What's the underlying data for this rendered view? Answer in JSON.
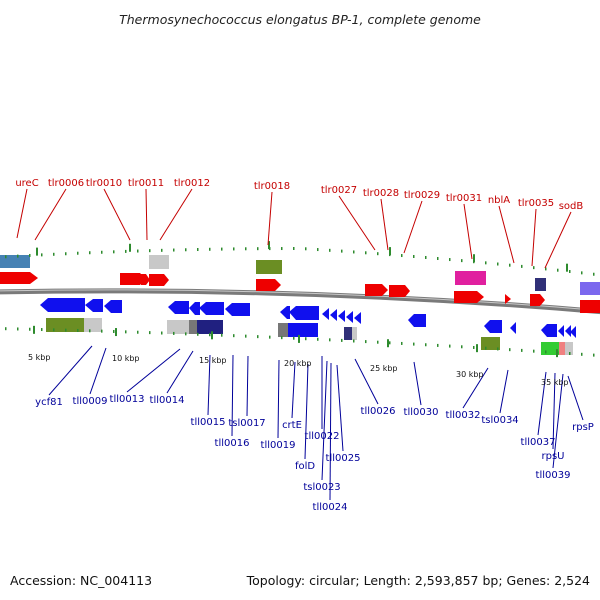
{
  "title": "Thermosynechococcus elongatus BP-1, complete genome",
  "footer": {
    "accession": "Accession: NC_004113",
    "summary": "Topology: circular; Length: 2,593,857 bp; Genes: 2,524"
  },
  "colors": {
    "backbone": "#888888",
    "forward_label": "#c40000",
    "reverse_label": "#000099",
    "tick": "#2e8b2e"
  },
  "scale_ticks": [
    "5 kbp",
    "10 kbp",
    "15 kbp",
    "20 kbp",
    "25 kbp",
    "30 kbp",
    "35 kbp"
  ],
  "forward_genes": [
    "ureC",
    "tlr0006",
    "tlr0010",
    "tlr0011",
    "tlr0012",
    "tlr0018",
    "tlr0027",
    "tlr0028",
    "tlr0029",
    "tlr0031",
    "nblA",
    "tlr0035",
    "sodB"
  ],
  "reverse_genes": [
    "ycf81",
    "tll0009",
    "tll0013",
    "tll0014",
    "tll0015",
    "tll0016",
    "tsl0017",
    "tll0019",
    "crtE",
    "folD",
    "tll0022",
    "tsl0023",
    "tll0024",
    "tll0025",
    "tll0026",
    "tll0030",
    "tll0032",
    "tsl0034",
    "tll0037",
    "rpsU",
    "tll0039",
    "rpsP"
  ]
}
